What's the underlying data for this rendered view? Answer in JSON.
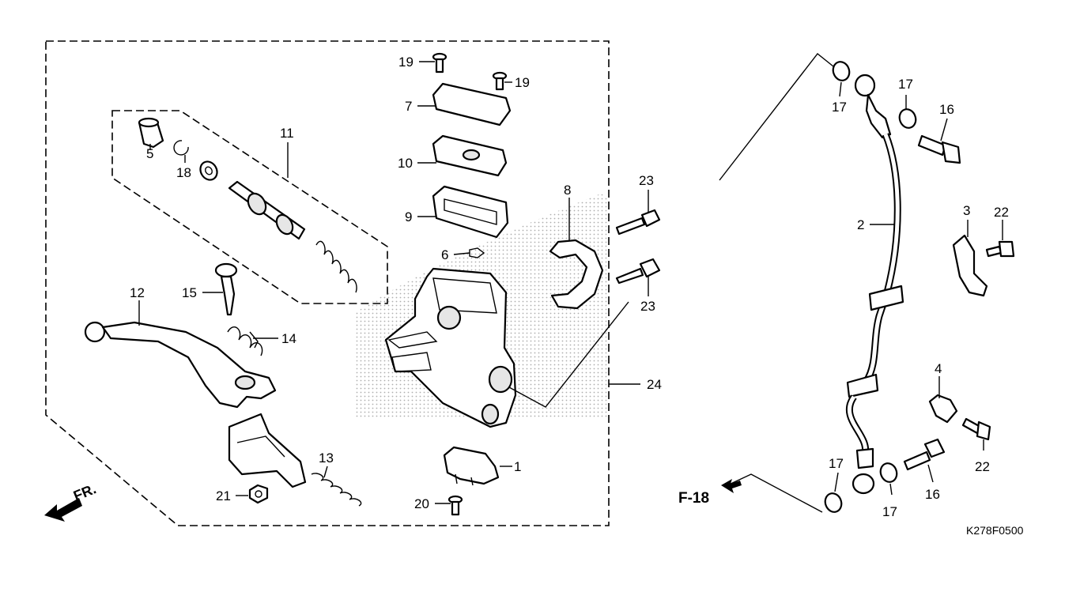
{
  "diagram": {
    "drawing_code": "K278F0500",
    "front_arrow_label": "FR.",
    "reference_label": "F-18",
    "callouts": {
      "c1": "1",
      "c2": "2",
      "c3": "3",
      "c4": "4",
      "c5": "5",
      "c6": "6",
      "c7": "7",
      "c8": "8",
      "c9": "9",
      "c10": "10",
      "c11": "11",
      "c12": "12",
      "c13": "13",
      "c14": "14",
      "c15": "15",
      "c16a": "16",
      "c16b": "16",
      "c17a": "17",
      "c17b": "17",
      "c17c": "17",
      "c17d": "17",
      "c18": "18",
      "c19a": "19",
      "c19b": "19",
      "c20": "20",
      "c21": "21",
      "c22a": "22",
      "c22b": "22",
      "c23a": "23",
      "c23b": "23",
      "c24": "24"
    }
  }
}
